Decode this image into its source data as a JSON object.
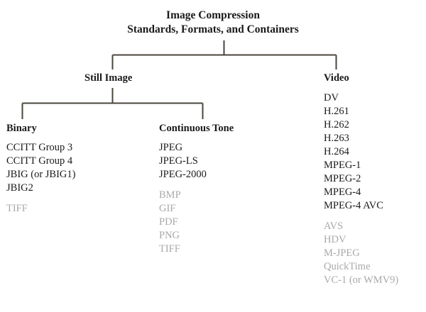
{
  "title": {
    "line1": "Image Compression",
    "line2": "Standards, Formats, and Containers"
  },
  "branches": {
    "still_image": "Still Image",
    "video": "Video"
  },
  "columns": {
    "binary": {
      "heading": "Binary",
      "primary": [
        "CCITT Group 3",
        "CCITT Group 4",
        "JBIG (or JBIG1)",
        "JBIG2"
      ],
      "muted": [
        "TIFF"
      ]
    },
    "continuous_tone": {
      "heading": "Continuous Tone",
      "primary": [
        "JPEG",
        "JPEG-LS",
        "JPEG-2000"
      ],
      "muted": [
        "BMP",
        "GIF",
        "PDF",
        "PNG",
        "TIFF"
      ]
    },
    "video": {
      "heading": "",
      "primary": [
        "DV",
        "H.261",
        "H.262",
        "H.263",
        "H.264",
        "MPEG-1",
        "MPEG-2",
        "MPEG-4",
        "MPEG-4 AVC"
      ],
      "muted": [
        "AVS",
        "HDV",
        "M-JPEG",
        "QuickTime",
        "VC-1 (or WMV9)"
      ]
    }
  },
  "colors": {
    "text_primary": "#1a1a1a",
    "text_muted": "#a9a9a9",
    "connector": "#4a463f",
    "background": "#ffffff"
  }
}
